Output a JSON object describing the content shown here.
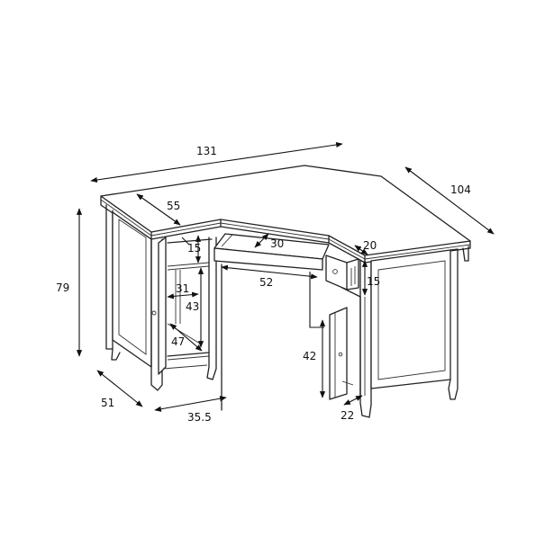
{
  "diagram": {
    "subject": "Corner desk with cabinets and drawer — dimension drawing",
    "dimensions": {
      "overall_width": "131",
      "overall_depth_right": "104",
      "height": "79",
      "top_depth": "55",
      "upper_shelf_height": "15",
      "keyboard_tray_depth": "30",
      "drawer_depth": "20",
      "knee_space_width": "52",
      "drawer_height": "15",
      "left_cabinet_inner_width": "31",
      "left_cabinet_inner_height": "43",
      "left_cabinet_diagonal": "47",
      "right_cabinet_height": "42",
      "right_cabinet_depth": "22",
      "left_side_depth": "51",
      "left_cabinet_width": "35.5"
    }
  }
}
